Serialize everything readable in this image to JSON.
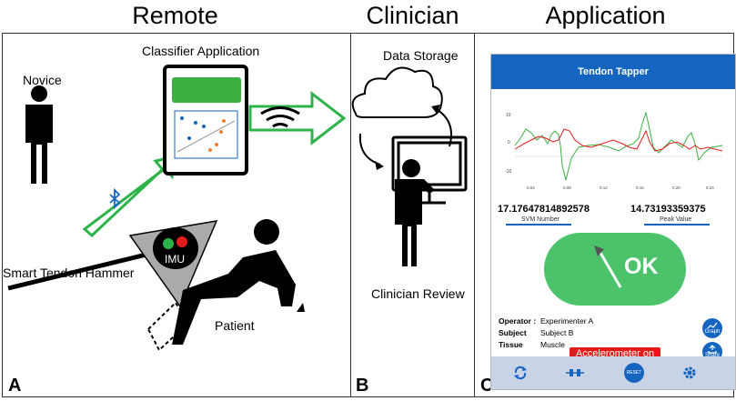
{
  "headers": {
    "remote": "Remote",
    "clinician": "Clinician",
    "application": "Application"
  },
  "panel_a": {
    "letter": "A",
    "novice": "Novice",
    "classifier_app": "Classifier Application",
    "hammer": "Smart Tendon Hammer",
    "imu": "IMU",
    "patient": "Patient"
  },
  "panel_b": {
    "letter": "B",
    "data_storage": "Data Storage",
    "clinician_review": "Clinician Review"
  },
  "panel_c": {
    "letter": "C",
    "app_title": "Tendon Tapper",
    "svm_value": "17.17647814892578",
    "svm_label": "SVM Number",
    "peak_value": "14.73193359375",
    "peak_label": "Peak Value",
    "ok": "OK",
    "operator_label": "Operator :",
    "operator_value": "Experimenter A",
    "subject_label": "Subject",
    "subject_value": "Subject B",
    "tissue_label": "Tissue",
    "tissue_value": "Muscle",
    "accelerometer": "Accelerometer on",
    "graph_btn": "Graph",
    "share_btn": "Share",
    "reset_btn": "RESET",
    "y_ticks": [
      "10",
      "0",
      "-10"
    ],
    "x_ticks": [
      "0.04",
      "0.08",
      "0.12",
      "0.16",
      "0.20",
      "0.24"
    ]
  },
  "colors": {
    "brand_blue": "#1565c0",
    "green": "#4cc36a",
    "red": "#e31b1b"
  }
}
